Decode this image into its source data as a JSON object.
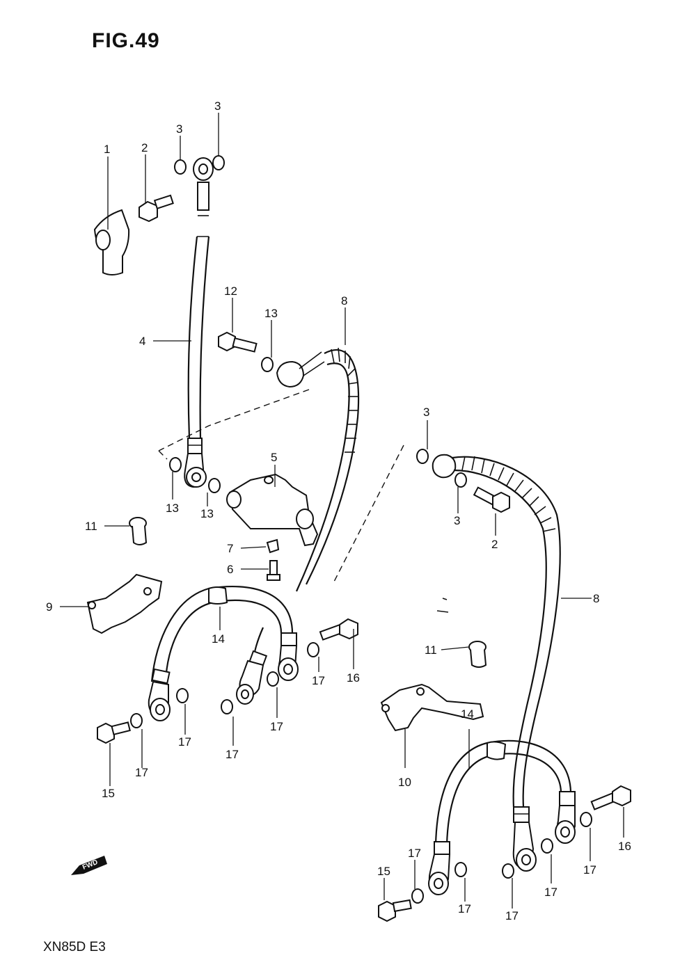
{
  "figure": {
    "title": "FIG.49",
    "model_code": "XN85D E3"
  },
  "fwd_label": "FWD",
  "labels": {
    "l1": "1",
    "l2a": "2",
    "l3a": "3",
    "l3b": "3",
    "l4": "4",
    "l12": "12",
    "l13a": "13",
    "l8a": "8",
    "l13b": "13",
    "l13c": "13",
    "l5": "5",
    "l11a": "11",
    "l7": "7",
    "l6": "6",
    "l9": "9",
    "l14a": "14",
    "l16a": "16",
    "l17a": "17",
    "l17b": "17",
    "l17c": "17",
    "l17d": "17",
    "l17e": "17",
    "l15a": "15",
    "l3c": "3",
    "l3d": "3",
    "l2b": "2",
    "l8b": "8",
    "l11b": "11",
    "l10": "10",
    "l14b": "14",
    "l16b": "16",
    "l17f": "17",
    "l17g": "17",
    "l17h": "17",
    "l17i": "17",
    "l17j": "17",
    "l15b": "15"
  }
}
